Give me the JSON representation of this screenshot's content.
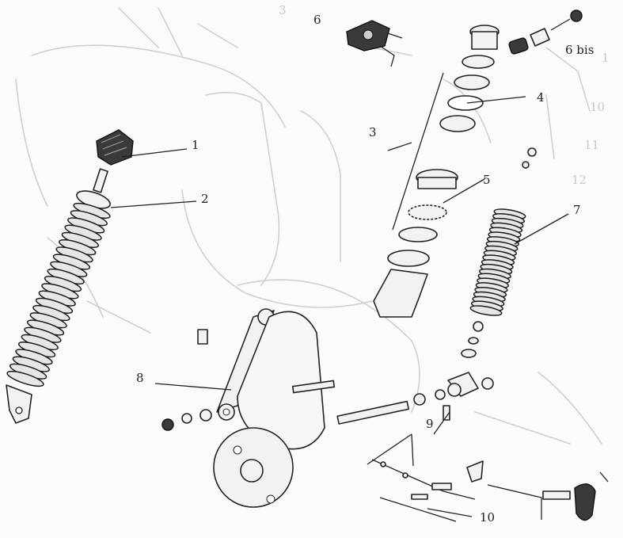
{
  "callouts": [
    {
      "id": "1",
      "label": "1"
    },
    {
      "id": "2",
      "label": "2"
    },
    {
      "id": "3",
      "label": "3"
    },
    {
      "id": "4",
      "label": "4"
    },
    {
      "id": "5",
      "label": "5"
    },
    {
      "id": "6",
      "label": "6"
    },
    {
      "id": "6bis",
      "label": "6 bis"
    },
    {
      "id": "7",
      "label": "7"
    },
    {
      "id": "8",
      "label": "8"
    },
    {
      "id": "9",
      "label": "9"
    },
    {
      "id": "10",
      "label": "10"
    }
  ],
  "background_labels": [
    "10",
    "11",
    "12",
    "1",
    "3"
  ],
  "colors": {
    "ink": "#222222",
    "ghost": "#cfcfcf",
    "paper": "#fbfbfa"
  }
}
